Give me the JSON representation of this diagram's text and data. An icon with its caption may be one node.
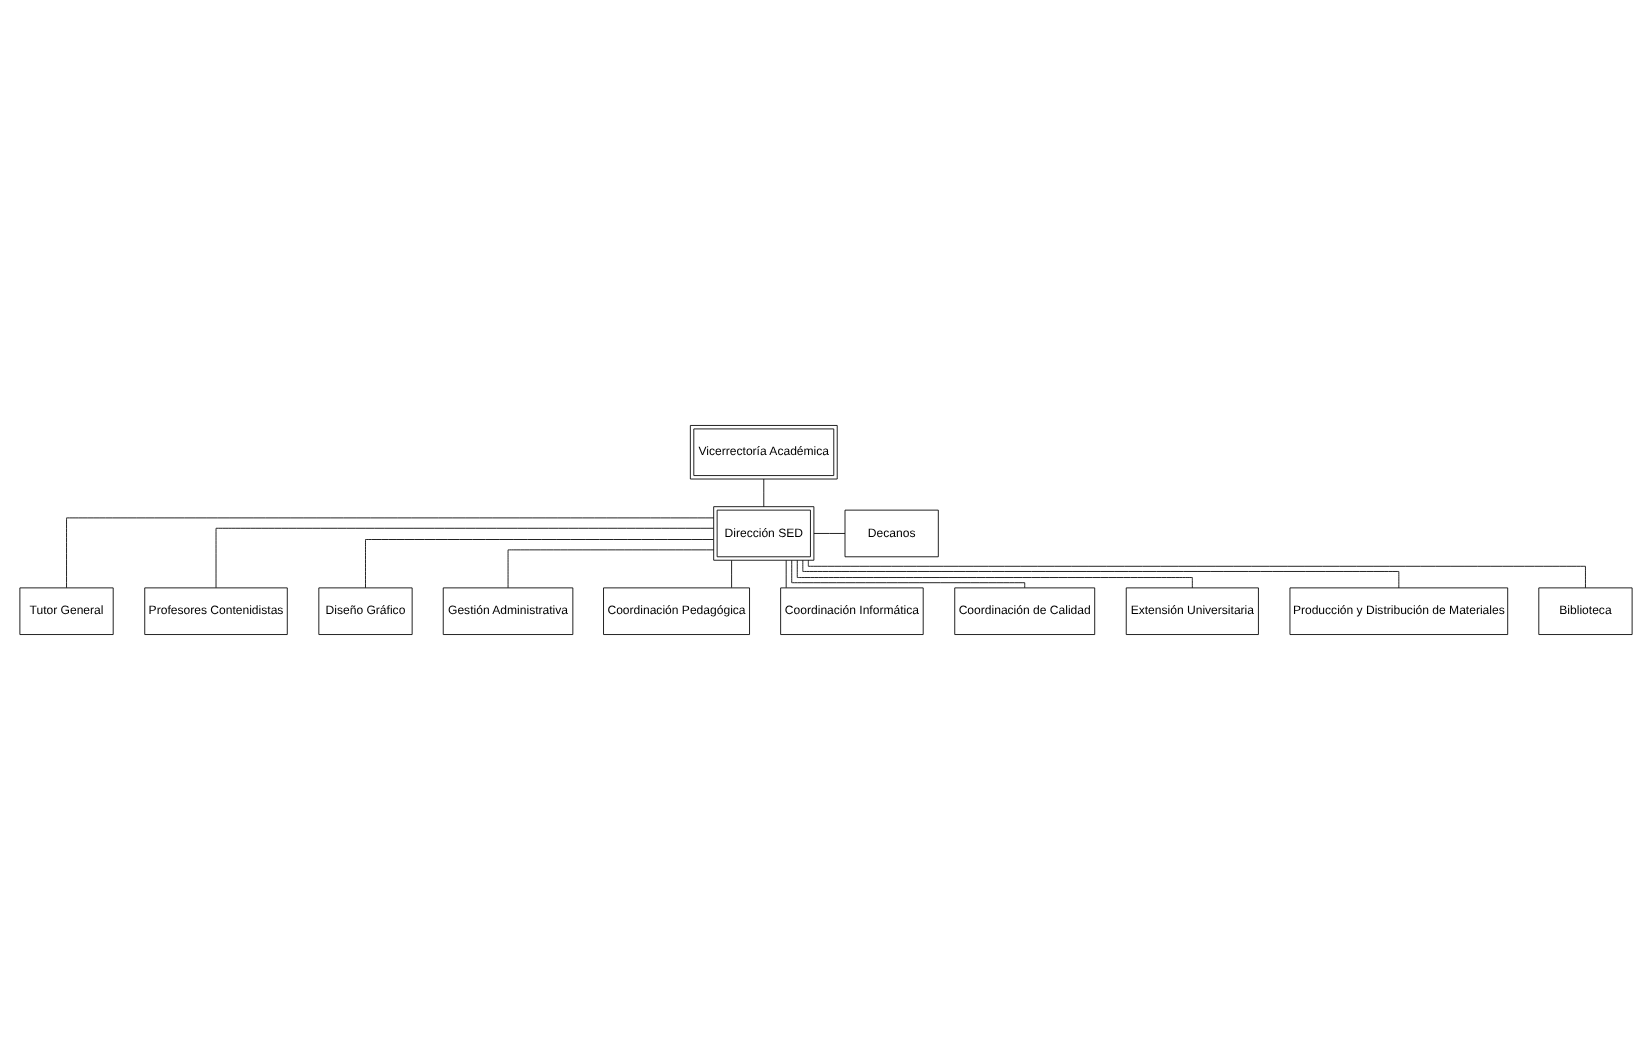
{
  "diagram": {
    "nodes": [
      {
        "text": [
          "Vicerrectoría Académica"
        ]
      },
      {
        "text": [
          "Dirección SED"
        ]
      },
      {
        "text": [
          "Decanos"
        ]
      },
      {
        "text": [
          "Tutor General"
        ]
      },
      {
        "text": [
          "Profesores Contenidistas"
        ]
      },
      {
        "text": [
          "Diseño Gráfico"
        ]
      },
      {
        "text": [
          "Gestión Administrativa"
        ]
      },
      {
        "text": [
          "Coordinación Pedagógica"
        ]
      },
      {
        "text": [
          "Coordinación Informática"
        ]
      },
      {
        "text": [
          "Coordinación de Calidad"
        ]
      },
      {
        "text": [
          "Extensión Universitaria"
        ]
      },
      {
        "text": [
          "Producción y Distribución de Materiales"
        ]
      },
      {
        "text": [
          "Biblioteca"
        ]
      }
    ],
    "edges": [
      {
        "from": 0,
        "to": 1,
        "arrow": "none"
      },
      {
        "from": 1,
        "to": 2,
        "arrow": "none"
      },
      {
        "from": 1,
        "to": 3,
        "arrow": "none"
      },
      {
        "from": 1,
        "to": 4,
        "arrow": "none"
      },
      {
        "from": 1,
        "to": 5,
        "arrow": "none"
      },
      {
        "from": 1,
        "to": 6,
        "arrow": "none"
      },
      {
        "from": 1,
        "to": 7,
        "arrow": "none"
      },
      {
        "from": 1,
        "to": 8,
        "arrow": "none"
      },
      {
        "from": 1,
        "to": 9,
        "arrow": "none"
      },
      {
        "from": 1,
        "to": 10,
        "arrow": "none"
      },
      {
        "from": 1,
        "to": 11,
        "arrow": "none"
      },
      {
        "from": 1,
        "to": 12,
        "arrow": "none"
      }
    ]
  }
}
